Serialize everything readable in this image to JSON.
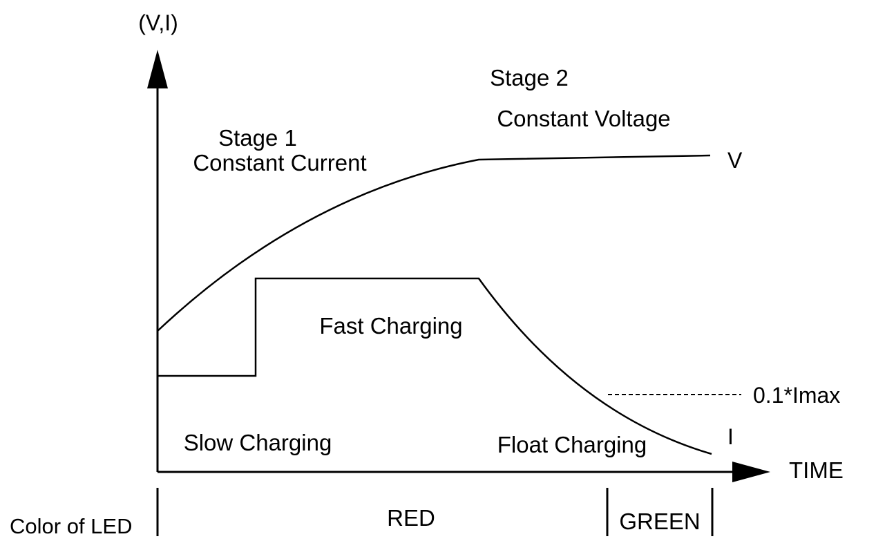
{
  "axes": {
    "y_label": "(V,I)",
    "x_label": "TIME"
  },
  "curves": {
    "voltage_label": "V",
    "current_label": "I"
  },
  "stages": {
    "stage1_title": "Stage 1",
    "stage1_mode": "Constant Current",
    "stage2_title": "Stage 2",
    "stage2_mode": "Constant Voltage"
  },
  "phases": {
    "slow": "Slow Charging",
    "fast": "Fast Charging",
    "float": "Float Charging"
  },
  "threshold": {
    "label": "0.1*Imax"
  },
  "led": {
    "title": "Color of LED",
    "red": "RED",
    "green": "GREEN"
  }
}
